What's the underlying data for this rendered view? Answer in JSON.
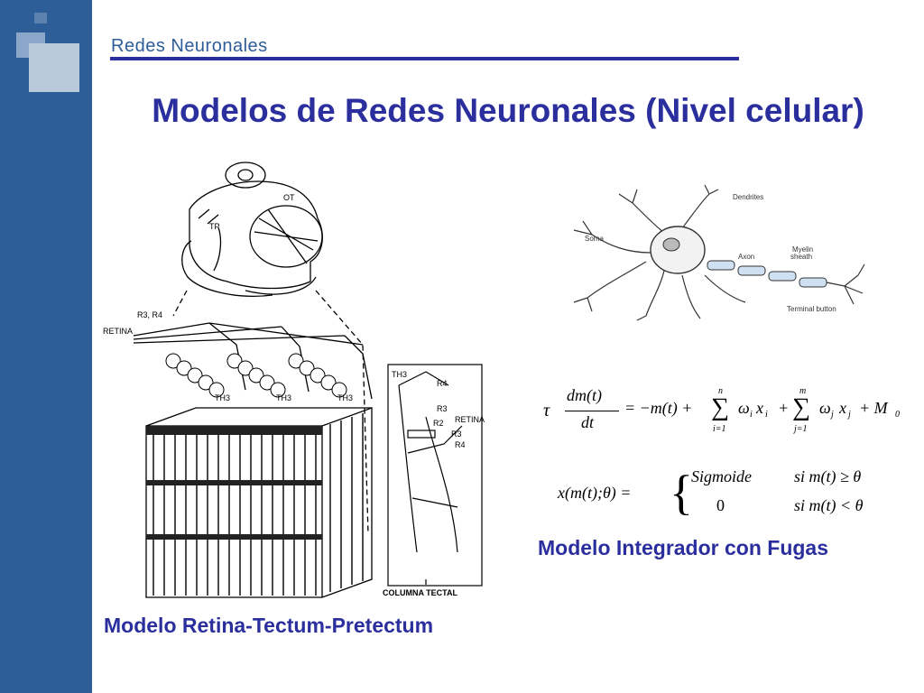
{
  "header": {
    "section_label": "Redes Neuronales",
    "title": "Modelos de Redes Neuronales (Nivel celular)"
  },
  "left_figure": {
    "labels": {
      "ot": "OT",
      "tp": "TP",
      "r3r4": "R3, R4",
      "retina": "RETINA",
      "th3": "TH3",
      "r4": "R4",
      "r3": "R3",
      "r2": "R2",
      "retina_right": "RETINA",
      "columna": "COLUMNA TECTAL"
    },
    "caption": "Modelo Retina-Tectum-Pretectum"
  },
  "neuron_figure": {
    "labels": {
      "dendrites": "Dendrites",
      "soma": "Soma",
      "axon": "Axon",
      "myelin_1": "Myelin",
      "myelin_2": "sheath",
      "terminal": "Terminal button"
    }
  },
  "equations": {
    "eq1": {
      "tau": "τ",
      "num": "dm(t)",
      "den": "dt",
      "rhs1": "= −m(t) +",
      "sum1_top": "n",
      "sum1_bottom": "i=1",
      "term1": "ω",
      "term1_sub": "i",
      "term1_x": "x",
      "term1_xsub": "i",
      "plus": "+",
      "sum2_top": "m",
      "sum2_bottom": "j=1",
      "term2": "ω",
      "term2_sub": "j",
      "term2_x": "x",
      "term2_xsub": "j",
      "tail": "+ M",
      "tail_sub": "0",
      "sigma": "∑"
    },
    "eq2": {
      "lhs": "x(m(t);θ) =",
      "case1": "Sigmoide",
      "cond1": "si m(t) ≥ θ",
      "case2": "0",
      "cond2": "si m(t) < θ"
    },
    "caption": "Modelo Integrador con Fugas"
  }
}
